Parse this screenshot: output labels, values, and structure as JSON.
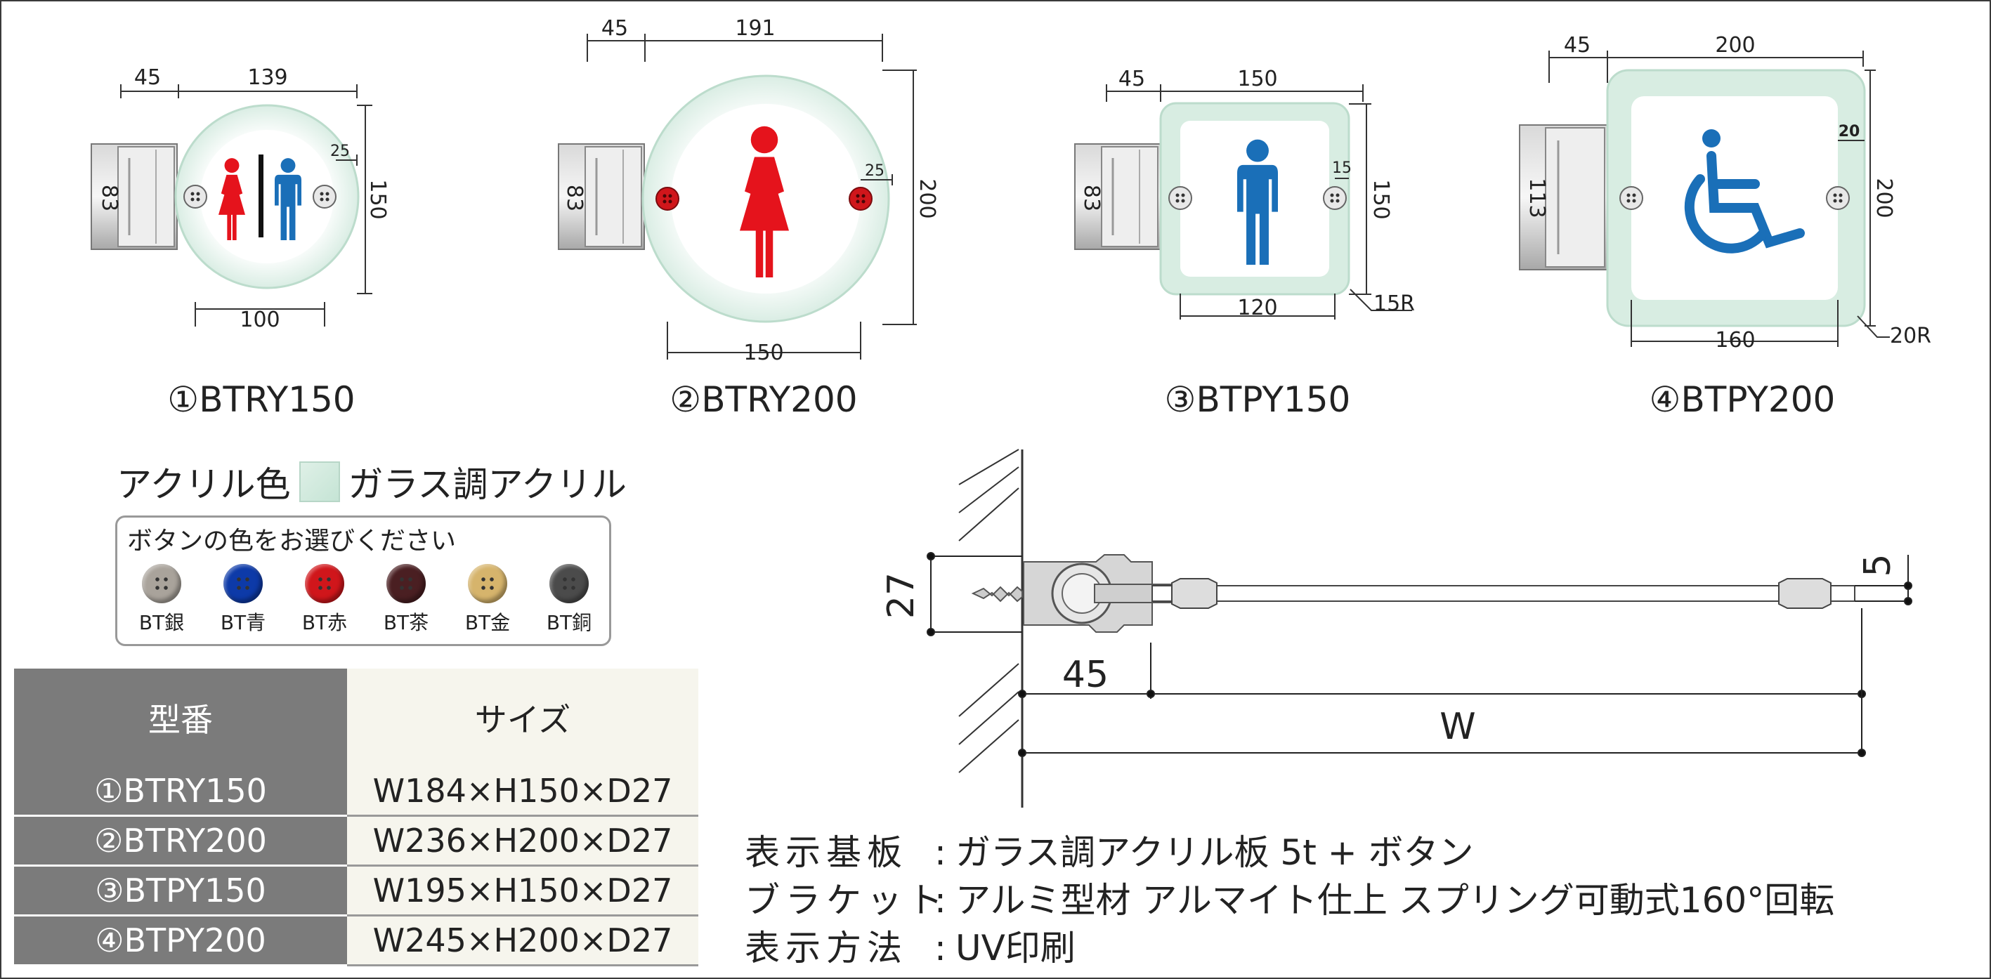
{
  "colors": {
    "acrylic_tint": "#cfe8dc",
    "female_red": "#e5131c",
    "male_blue": "#1a6fb8",
    "table_header_gray": "#7b7b7b",
    "table_cell_cream": "#f6f5ed"
  },
  "models": [
    {
      "label": "①BTRY150",
      "dims": {
        "left": "45",
        "width": "139",
        "height": "150",
        "bracket": "83",
        "inner": "100",
        "btn": "25"
      }
    },
    {
      "label": "②BTRY200",
      "dims": {
        "left": "45",
        "width": "191",
        "height": "200",
        "bracket": "83",
        "inner": "150",
        "btn": "25"
      }
    },
    {
      "label": "③BTPY150",
      "dims": {
        "left": "45",
        "width": "150",
        "height": "150",
        "bracket": "83",
        "inner": "120",
        "btn": "15",
        "radius": "15R"
      }
    },
    {
      "label": "④BTPY200",
      "dims": {
        "left": "45",
        "width": "200",
        "height": "200",
        "bracket": "113",
        "inner": "160",
        "btn": "20",
        "radius": "20R"
      }
    }
  ],
  "icons": [
    "restroom-male-female-icon",
    "female-icon",
    "male-icon",
    "wheelchair-icon"
  ],
  "acrylic": {
    "label": "アクリル色",
    "value": "ガラス調アクリル"
  },
  "buttons": {
    "title": "ボタンの色をお選びください",
    "items": [
      {
        "name": "BT銀",
        "color": "#a9a39b"
      },
      {
        "name": "BT青",
        "color": "#0d3aa8"
      },
      {
        "name": "BT赤",
        "color": "#d0161b"
      },
      {
        "name": "BT茶",
        "color": "#4a1f22"
      },
      {
        "name": "BT金",
        "color": "#d6b46c"
      },
      {
        "name": "BT銅",
        "color": "#4b4b4b"
      }
    ]
  },
  "spec_table": {
    "headers": [
      "型番",
      "サイズ"
    ],
    "rows": [
      [
        "①BTRY150",
        "W184×H150×D27"
      ],
      [
        "②BTRY200",
        "W236×H200×D27"
      ],
      [
        "③BTPY150",
        "W195×H150×D27"
      ],
      [
        "④BTPY200",
        "W245×H200×D27"
      ]
    ]
  },
  "section": {
    "depth": "27",
    "thickness": "5",
    "offset": "45",
    "width": "W"
  },
  "notes": [
    {
      "key": "表示基板",
      "value": "ガラス調アクリル板 5t + ボタン"
    },
    {
      "key": "ブラケット",
      "value": "アルミ型材 アルマイト仕上 スプリング可動式160°回転"
    },
    {
      "key": "表示方法",
      "value": "UV印刷"
    }
  ]
}
